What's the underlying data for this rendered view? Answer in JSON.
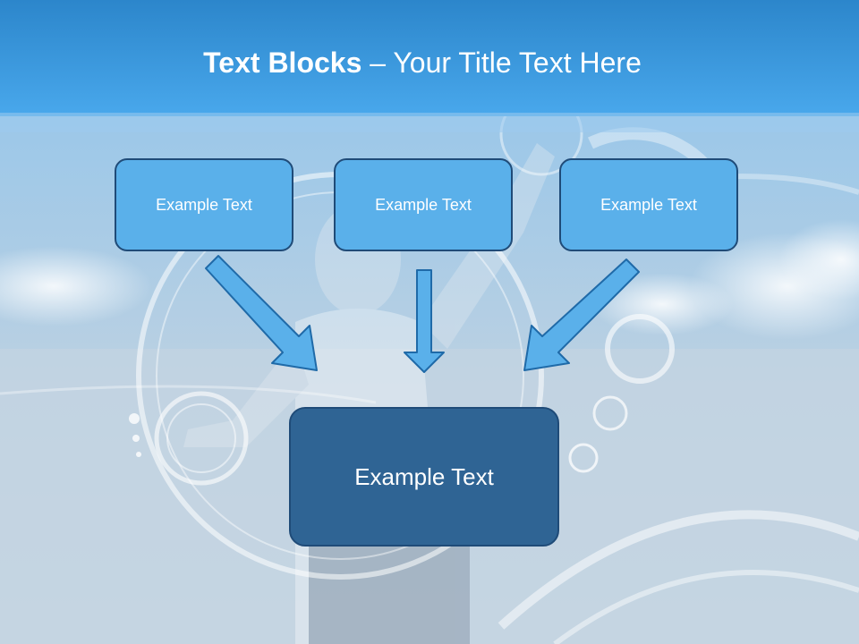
{
  "slide": {
    "title_bold": "Text Blocks",
    "title_dash": " – ",
    "title_rest": "Your Title Text Here"
  },
  "boxes": {
    "left": "Example Text",
    "center": "Example Text",
    "right": "Example Text",
    "bottom": "Example Text"
  },
  "colors": {
    "header_top": "#2b86cc",
    "header_bottom": "#4aa7ea",
    "small_box_fill": "#5ab0ea",
    "big_box_fill": "#2f6494",
    "box_border": "#1f4b78",
    "arrow_fill": "#5ab0ea"
  },
  "icons": {
    "arrow_left": "arrow-down-right-icon",
    "arrow_center": "arrow-down-icon",
    "arrow_right": "arrow-down-left-icon"
  }
}
